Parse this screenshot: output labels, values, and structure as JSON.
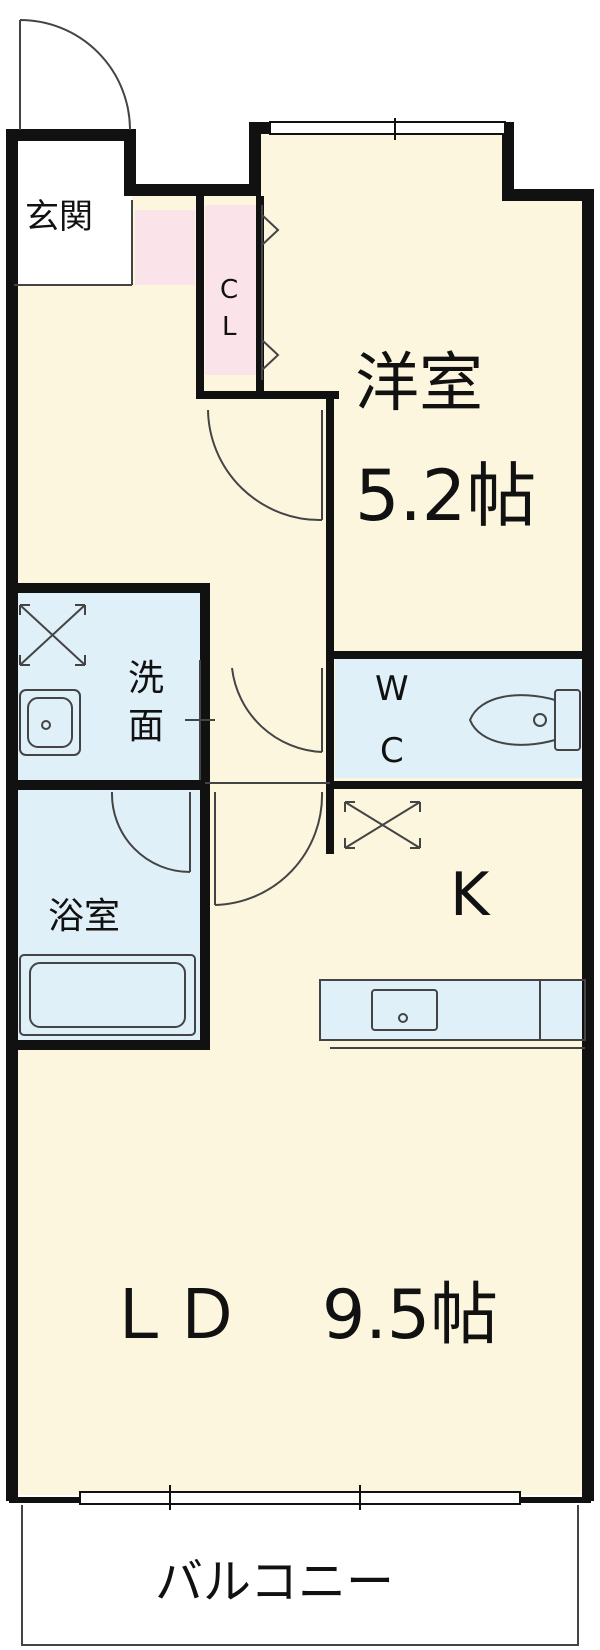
{
  "colors": {
    "wall": "#111111",
    "room": "#fdf6df",
    "wet": "#dff0f8",
    "closet": "#fbe3ea",
    "outside": "#ffffff",
    "fixture_line": "#444444"
  },
  "rooms": {
    "entrance": {
      "label": "玄関"
    },
    "closet": {
      "label_top": "C",
      "label_bottom": "L"
    },
    "western_room": {
      "label": "洋室",
      "area": "5.2帖"
    },
    "washroom": {
      "label_top": "洗",
      "label_bottom": "面"
    },
    "toilet": {
      "label_top": "W",
      "label_bottom": "C"
    },
    "bathroom": {
      "label": "浴室"
    },
    "kitchen": {
      "label": "K"
    },
    "living_dining": {
      "label": "ＬＤ",
      "area": "9.5帖"
    },
    "balcony": {
      "label": "バルコニー"
    }
  },
  "icons": [
    "entry-door-icon",
    "door-swing-icon",
    "toilet-icon",
    "washbasin-icon",
    "bathtub-icon",
    "kitchen-sink-icon",
    "ventilation-icon",
    "window-icon"
  ]
}
